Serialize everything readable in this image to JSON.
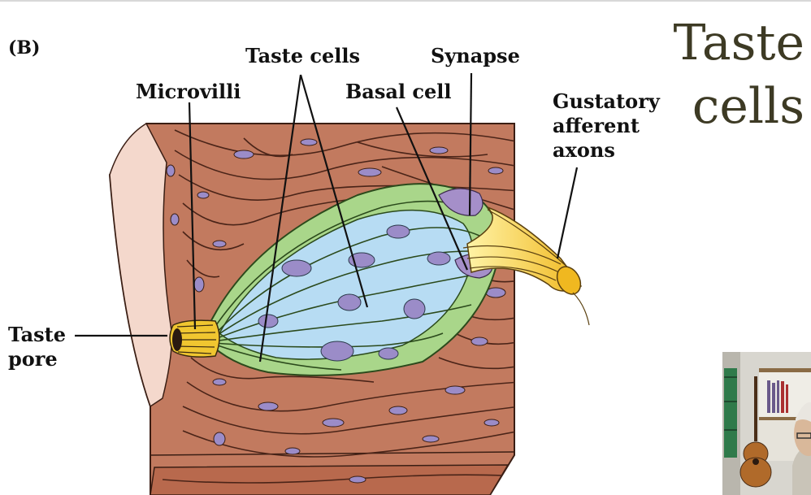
{
  "slide": {
    "title_line1": "Taste",
    "title_line2": "cells",
    "panel_label": "(B)"
  },
  "labels": {
    "taste_cells": "Taste cells",
    "synapse": "Synapse",
    "microvilli": "Microvilli",
    "basal_cell": "Basal cell",
    "gustatory_line1": "Gustatory",
    "gustatory_line2": "afferent",
    "gustatory_line3": "axons",
    "taste_pore_line1": "Taste",
    "taste_pore_line2": "pore"
  },
  "colors": {
    "title": "#3d3a24",
    "epithelium": "#c27a5f",
    "taste_cells_green": "#a9d68a",
    "taste_cells_blue": "#b7dcf3",
    "nuclei": "#9b8cc8",
    "axons": "#f0c630"
  }
}
